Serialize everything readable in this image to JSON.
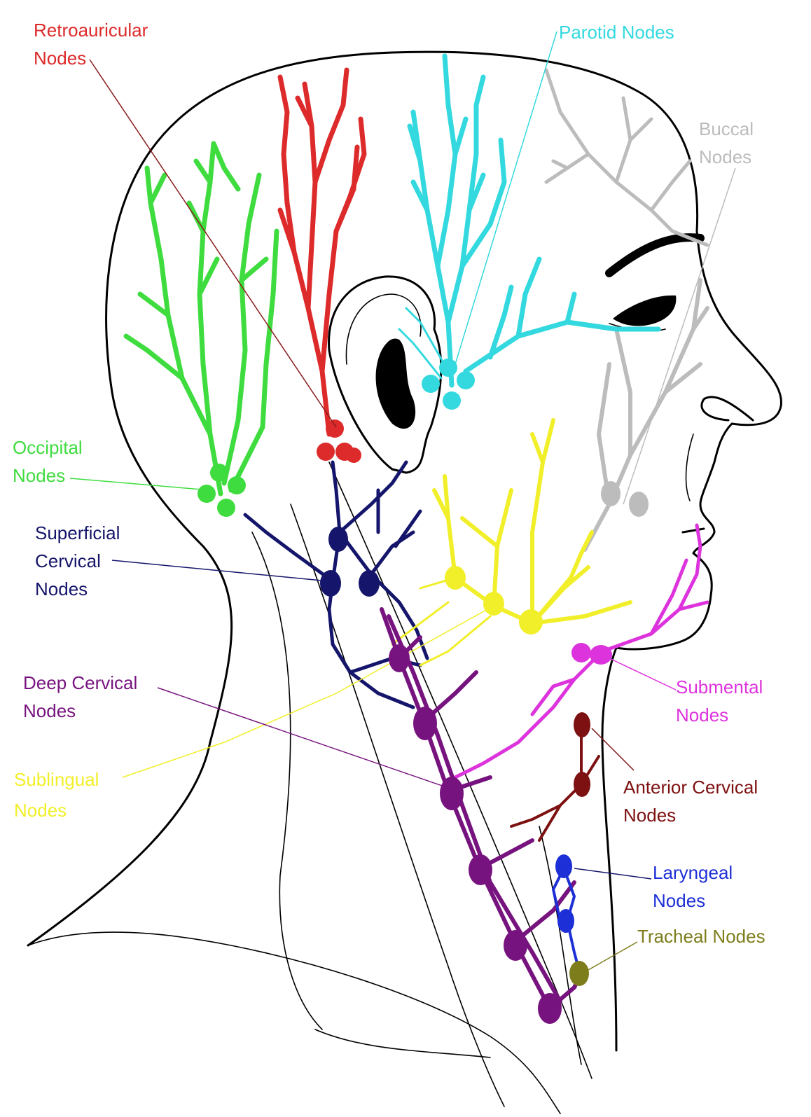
{
  "colors": {
    "occipital": "#3fdc3f",
    "retroauricular": "#dd2a2a",
    "parotid": "#33d9df",
    "buccal": "#bcbcbc",
    "superficial_cervical": "#15166b",
    "deep_cervical": "#77137f",
    "sublingual": "#f1ef2a",
    "submental": "#dd33dd",
    "anterior_cervical": "#7d1010",
    "laryngeal": "#1d2fd6",
    "tracheal": "#7e7d1c",
    "outline": "#000000"
  },
  "labels": {
    "retroauricular": [
      "Retroauricular",
      "Nodes"
    ],
    "parotid": [
      "Parotid Nodes"
    ],
    "buccal": [
      "Buccal",
      "Nodes"
    ],
    "occipital": [
      "Occipital",
      "Nodes"
    ],
    "superficial_cervical": [
      "Superficial",
      "Cervical",
      "Nodes"
    ],
    "deep_cervical": [
      "Deep Cervical",
      "Nodes"
    ],
    "sublingual": [
      "Sublingual",
      "Nodes"
    ],
    "submental": [
      "Submental",
      "Nodes"
    ],
    "anterior_cervical": [
      "Anterior Cervical",
      "Nodes"
    ],
    "laryngeal": [
      "Laryngeal",
      "Nodes"
    ],
    "tracheal": [
      "Tracheal Nodes"
    ]
  }
}
